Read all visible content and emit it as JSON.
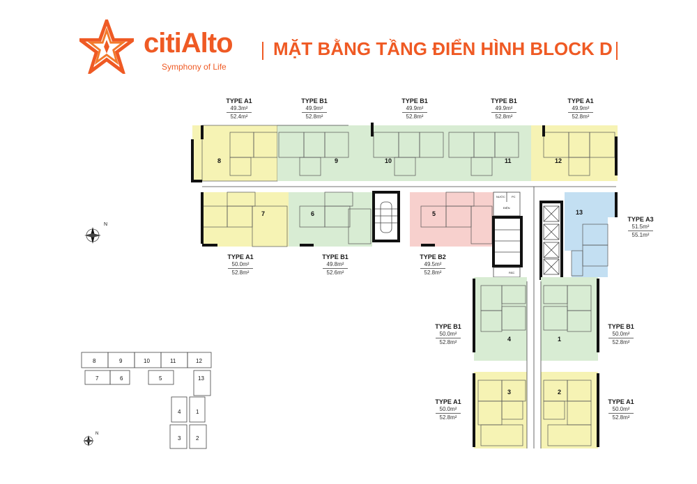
{
  "header": {
    "brand": "citiAlto",
    "tagline": "Symphony of Life",
    "title": "MẶT BẰNG TẦNG ĐIỂN HÌNH BLOCK D",
    "accent_color": "#ef5a24"
  },
  "colors": {
    "type_a1": "#f6f3b4",
    "type_b1": "#d8ecd3",
    "type_b2": "#f7d0cd",
    "type_a3": "#c3dff2"
  },
  "units": [
    {
      "id": "8",
      "type": "TYPE A1",
      "area1": "49.3m²",
      "area2": "52.4m²"
    },
    {
      "id": "9",
      "type": "TYPE B1",
      "area1": "49.9m²",
      "area2": "52.8m²"
    },
    {
      "id": "10",
      "type": "TYPE B1",
      "area1": "49.9m²",
      "area2": "52.8m²"
    },
    {
      "id": "11",
      "type": "TYPE B1",
      "area1": "49.9m²",
      "area2": "52.8m²"
    },
    {
      "id": "12",
      "type": "TYPE A1",
      "area1": "49.9m²",
      "area2": "52.8m²"
    },
    {
      "id": "7",
      "type": "TYPE A1",
      "area1": "50.0m²",
      "area2": "52.8m²"
    },
    {
      "id": "6",
      "type": "TYPE B1",
      "area1": "49.8m²",
      "area2": "52.6m²"
    },
    {
      "id": "5",
      "type": "TYPE B2",
      "area1": "49.5m²",
      "area2": "52.8m²"
    },
    {
      "id": "13",
      "type": "TYPE A3",
      "area1": "51.5m²",
      "area2": "55.1m²"
    },
    {
      "id": "4",
      "type": "TYPE B1",
      "area1": "50.0m²",
      "area2": "52.8m²"
    },
    {
      "id": "1",
      "type": "TYPE B1",
      "area1": "50.0m²",
      "area2": "52.8m²"
    },
    {
      "id": "3",
      "type": "TYPE A1",
      "area1": "50.0m²",
      "area2": "52.8m²"
    },
    {
      "id": "2",
      "type": "TYPE A1",
      "area1": "50.0m²",
      "area2": "52.8m²"
    }
  ],
  "core_labels": {
    "nuoc": "NƯỚC",
    "pc": "PC",
    "dien": "ĐIỆN",
    "rac": "RÁC"
  },
  "compass_label": "N"
}
